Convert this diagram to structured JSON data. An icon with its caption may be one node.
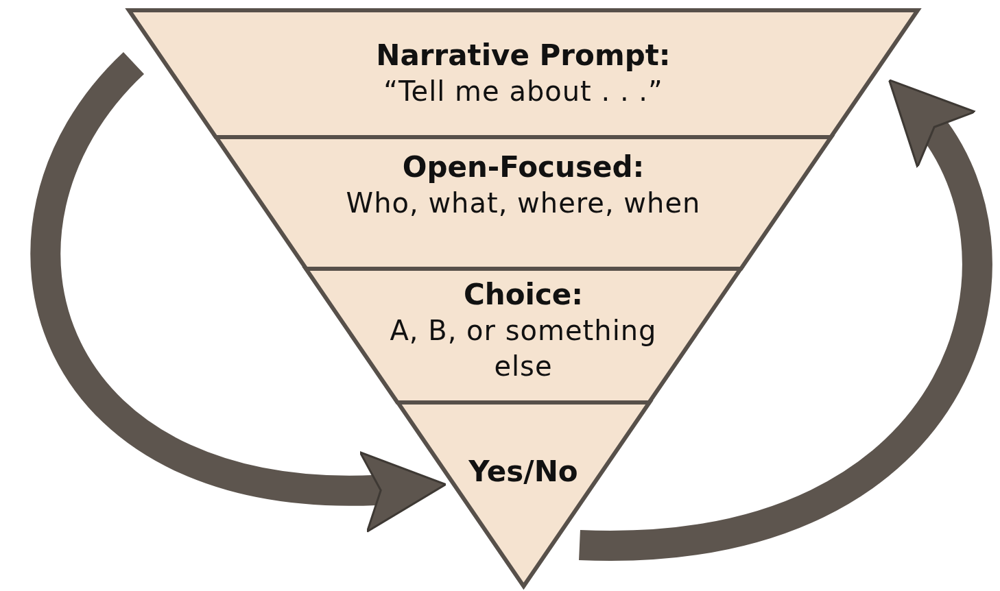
{
  "diagram": {
    "nodes": [
      {
        "text": [
          "Narrative Prompt:",
          "“Tell me about . . .”"
        ]
      },
      {
        "text": [
          "Open-Focused:",
          "Who, what, where, when"
        ]
      },
      {
        "text": [
          "Choice:",
          "A, B, or something else"
        ]
      },
      {
        "text": [
          "Yes/No"
        ]
      }
    ],
    "edges": [
      {
        "from": 0,
        "to": 3,
        "arrow": "to"
      },
      {
        "from": 3,
        "to": 0,
        "arrow": "to"
      }
    ]
  }
}
